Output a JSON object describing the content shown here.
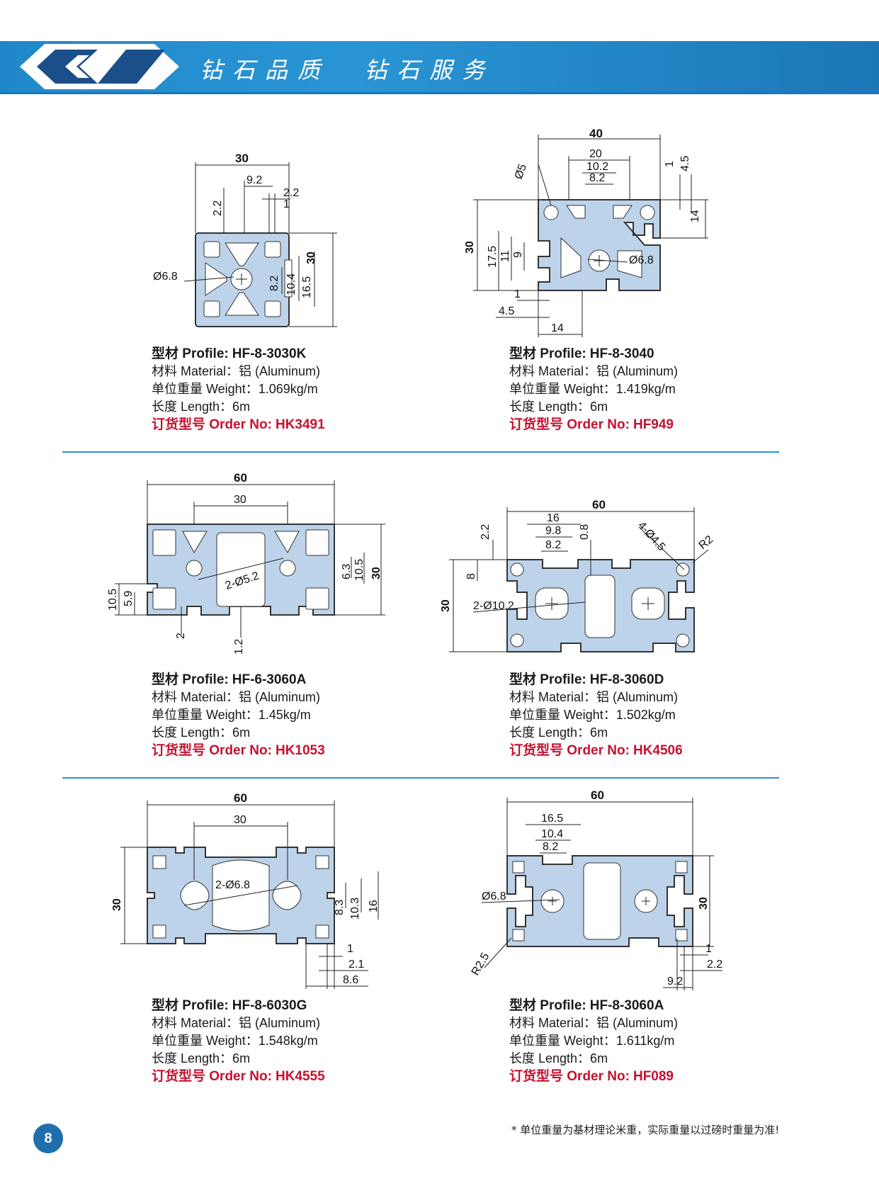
{
  "header": {
    "slogan": "钻石品质  钻石服务",
    "colors": {
      "band": "#2a95d4",
      "logo": "#1b4f8a",
      "order": "#c8102e"
    }
  },
  "products": [
    {
      "profile_label": "型材 Profile:",
      "profile": "HF-8-3030K",
      "material": "材料 Material：铝 (Aluminum)",
      "weight": "单位重量 Weight：1.069kg/m",
      "length": "长度 Length：6m",
      "order_label": "订货型号 Order No:",
      "order": "HK3491",
      "dims": [
        "30",
        "9.2",
        "2.2",
        "2.2",
        "1",
        "Ø6.8",
        "8.2",
        "10.4",
        "16.5",
        "30"
      ]
    },
    {
      "profile_label": "型材 Profile:",
      "profile": "HF-8-3040",
      "material": "材料 Material：铝 (Aluminum)",
      "weight": "单位重量 Weight：1.419kg/m",
      "length": "长度 Length：6m",
      "order_label": "订货型号 Order No:",
      "order": "HF949",
      "dims": [
        "40",
        "20",
        "10.2",
        "8.2",
        "Ø5",
        "1",
        "4.5",
        "14",
        "30",
        "17.5",
        "11",
        "9",
        "Ø6.8",
        "1",
        "4.5",
        "14"
      ]
    },
    {
      "profile_label": "型材 Profile:",
      "profile": "HF-6-3060A",
      "material": "材料 Material：铝 (Aluminum)",
      "weight": "单位重量 Weight：1.45kg/m",
      "length": "长度 Length：6m",
      "order_label": "订货型号 Order No:",
      "order": "HK1053",
      "dims": [
        "60",
        "30",
        "2-Ø5.2",
        "6.3",
        "10.5",
        "30",
        "10.5",
        "5.9",
        "2",
        "1.2"
      ]
    },
    {
      "profile_label": "型材 Profile:",
      "profile": "HF-8-3060D",
      "material": "材料 Material：铝 (Aluminum)",
      "weight": "单位重量 Weight：1.502kg/m",
      "length": "长度 Length：6m",
      "order_label": "订货型号 Order No:",
      "order": "HK4506",
      "dims": [
        "60",
        "16",
        "9.8",
        "8.2",
        "2.2",
        "0.8",
        "4-Ø4.5",
        "R2",
        "8",
        "30",
        "2-Ø10.2"
      ]
    },
    {
      "profile_label": "型材 Profile:",
      "profile": "HF-8-6030G",
      "material": "材料 Material：铝 (Aluminum)",
      "weight": "单位重量 Weight：1.548kg/m",
      "length": "长度 Length：6m",
      "order_label": "订货型号 Order No:",
      "order": "HK4555",
      "dims": [
        "60",
        "30",
        "2-Ø6.8",
        "8.3",
        "10.3",
        "16",
        "30",
        "1",
        "2.1",
        "8.6"
      ]
    },
    {
      "profile_label": "型材 Profile:",
      "profile": "HF-8-3060A",
      "material": "材料 Material：铝 (Aluminum)",
      "weight": "单位重量 Weight：1.611kg/m",
      "length": "长度 Length：6m",
      "order_label": "订货型号 Order No:",
      "order": "HF089",
      "dims": [
        "60",
        "16.5",
        "10.4",
        "8.2",
        "Ø6.8",
        "30",
        "R2.5",
        "1",
        "2.2",
        "9.2"
      ]
    }
  ],
  "footer": {
    "page_number": "8",
    "note": "* 单位重量为基材理论米重，实际重量以过磅时重量为准!"
  }
}
